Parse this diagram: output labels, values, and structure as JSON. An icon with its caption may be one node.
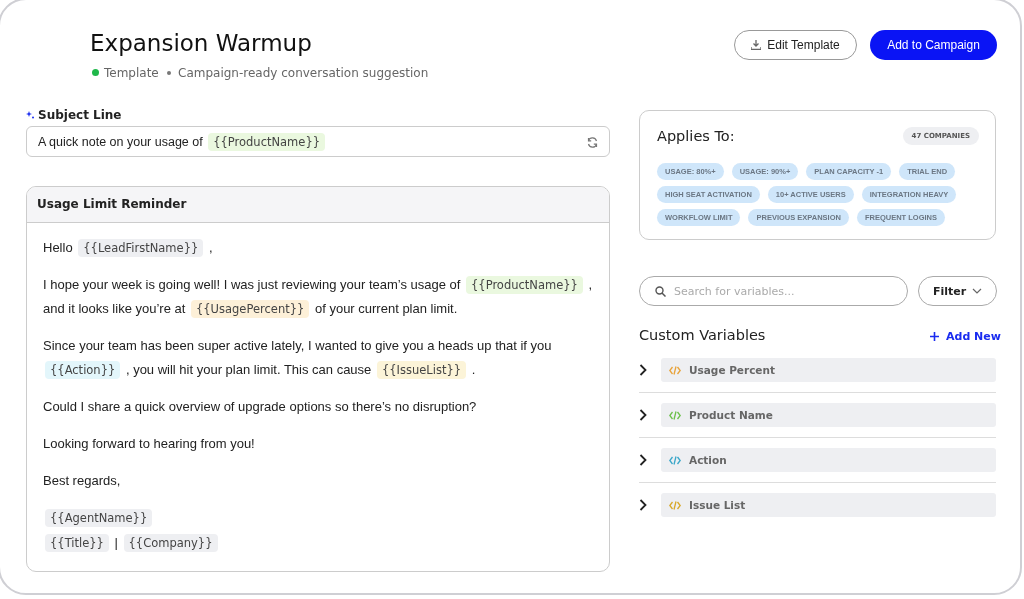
{
  "diagram": {
    "title": "Expansion Warmup",
    "nodes": [
      {
        "text": [
          "Edit Template"
        ]
      },
      {
        "text": [
          "Add to Campaign"
        ]
      },
      {
        "text": [
          "Subject Line",
          "A quick note on your usage of {{ProductName}}"
        ]
      },
      {
        "text": [
          "Usage Limit Reminder",
          "Hello {{LeadFirstName}} ,",
          "I hope your week is going well! I was just reviewing your team’s usage of {{ProductName}} , and it looks like you’re at {{UsagePercent}} of your current plan limit.",
          "Since your team has been super active lately, I wanted to give you a heads up that if you {{Action}} , you will hit your plan limit. This can cause {{IssueList}} .",
          "Could I share a quick overview of upgrade options so there’s no disruption?",
          "Looking forward to hearing from you!",
          "Best regards,",
          "{{AgentName}}",
          "{{Title}} | {{Company}}"
        ]
      },
      {
        "text": [
          "Applies To:"
        ]
      },
      {
        "text": [
          "47 COMPANIES"
        ],
        "in": 4
      },
      {
        "text": [
          "USAGE: 80%+"
        ],
        "in": 4
      },
      {
        "text": [
          "USAGE: 90%+"
        ],
        "in": 4
      },
      {
        "text": [
          "PLAN CAPACITY -1"
        ],
        "in": 4
      },
      {
        "text": [
          "TRIAL END"
        ],
        "in": 4
      },
      {
        "text": [
          "HIGH SEAT ACTIVATION"
        ],
        "in": 4
      },
      {
        "text": [
          "10+ ACTIVE USERS"
        ],
        "in": 4
      },
      {
        "text": [
          "INTEGRATION HEAVY"
        ],
        "in": 4
      },
      {
        "text": [
          "WORKFLOW LIMIT"
        ],
        "in": 4
      },
      {
        "text": [
          "PREVIOUS EXPANSION"
        ],
        "in": 4
      },
      {
        "text": [
          "FREQUENT LOGINS"
        ],
        "in": 4
      },
      {
        "text": [
          "Search for variables..."
        ]
      },
      {
        "text": [
          "Filter"
        ]
      },
      {
        "text": [
          "Usage Percent"
        ]
      },
      {
        "text": [
          "Product Name"
        ]
      },
      {
        "text": [
          "Action"
        ]
      },
      {
        "text": [
          "Issue List"
        ]
      }
    ],
    "labels": [
      "Template",
      "Campaign-ready conversation suggestion",
      "Custom Variables",
      "Add New"
    ]
  }
}
